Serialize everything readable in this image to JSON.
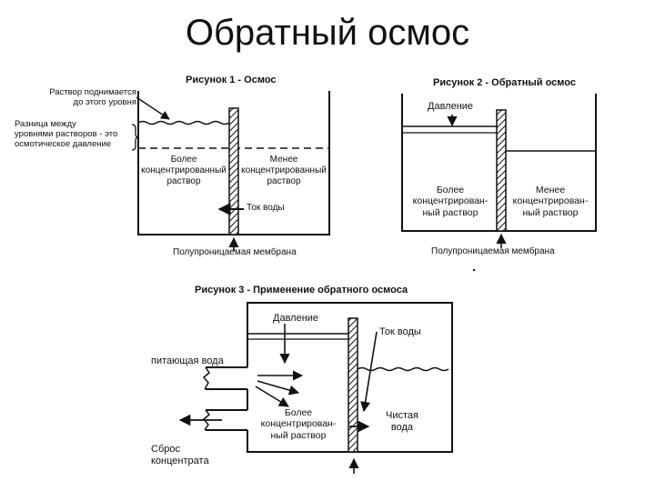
{
  "page_title": "Обратный осмос",
  "fig1": {
    "caption": "Рисунок 1 - Осмос",
    "rise_label_1": "Раствор поднимается",
    "rise_label_2": "до этого уровня",
    "diff_label_1": "Разница между",
    "diff_label_2": "уровнями растворов - это",
    "diff_label_3": "осмотическое давление",
    "left_label_1": "Более",
    "left_label_2": "концентрированный",
    "left_label_3": "раствор",
    "right_label_1": "Менее",
    "right_label_2": "концентрированный",
    "right_label_3": "раствор",
    "flow_label": "Ток воды",
    "membrane_label": "Полупроницаемая мембрана"
  },
  "fig2": {
    "caption": "Рисунок 2 - Обратный осмос",
    "pressure_label": "Давление",
    "left_label_1": "Более",
    "left_label_2": "концентрирован-",
    "left_label_3": "ный раствор",
    "right_label_1": "Менее",
    "right_label_2": "концентрирован-",
    "right_label_3": "ный раствор",
    "membrane_label": "Полупроницаемая мембрана"
  },
  "fig3": {
    "caption": "Рисунок 3 - Применение обратного осмоса",
    "pressure_label": "Давление",
    "flow_label": "Ток воды",
    "feed_label": "питающая вода",
    "conc_label_1": "Более",
    "conc_label_2": "концентрирован-",
    "conc_label_3": "ный раствор",
    "pure_label_1": "Чистая",
    "pure_label_2": "вода",
    "discharge_label_1": "Сброс",
    "discharge_label_2": "концентрата"
  }
}
